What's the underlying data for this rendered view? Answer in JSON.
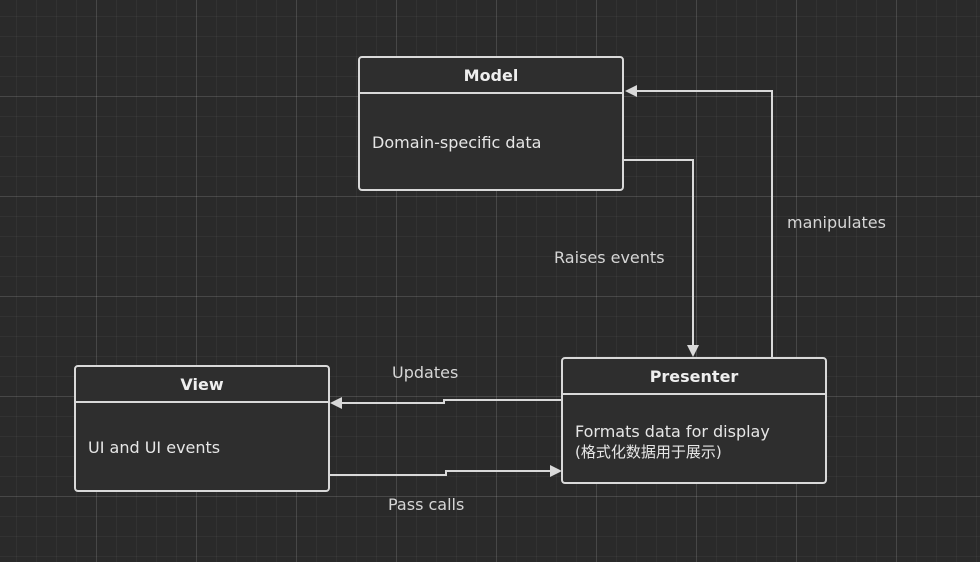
{
  "model": {
    "title": "Model",
    "body": "Domain-specific data"
  },
  "presenter": {
    "title": "Presenter",
    "body_line1": "Formats data for display",
    "body_line2": "(格式化数据用于展示)"
  },
  "view": {
    "title": "View",
    "body": "UI and UI events"
  },
  "edges": {
    "raises_events": "Raises events",
    "manipulates": "manipulates",
    "updates": "Updates",
    "pass_calls": "Pass calls"
  },
  "colors": {
    "background": "#2a2a2a",
    "stroke": "#d9d9d9",
    "text": "#e6e6e6"
  }
}
